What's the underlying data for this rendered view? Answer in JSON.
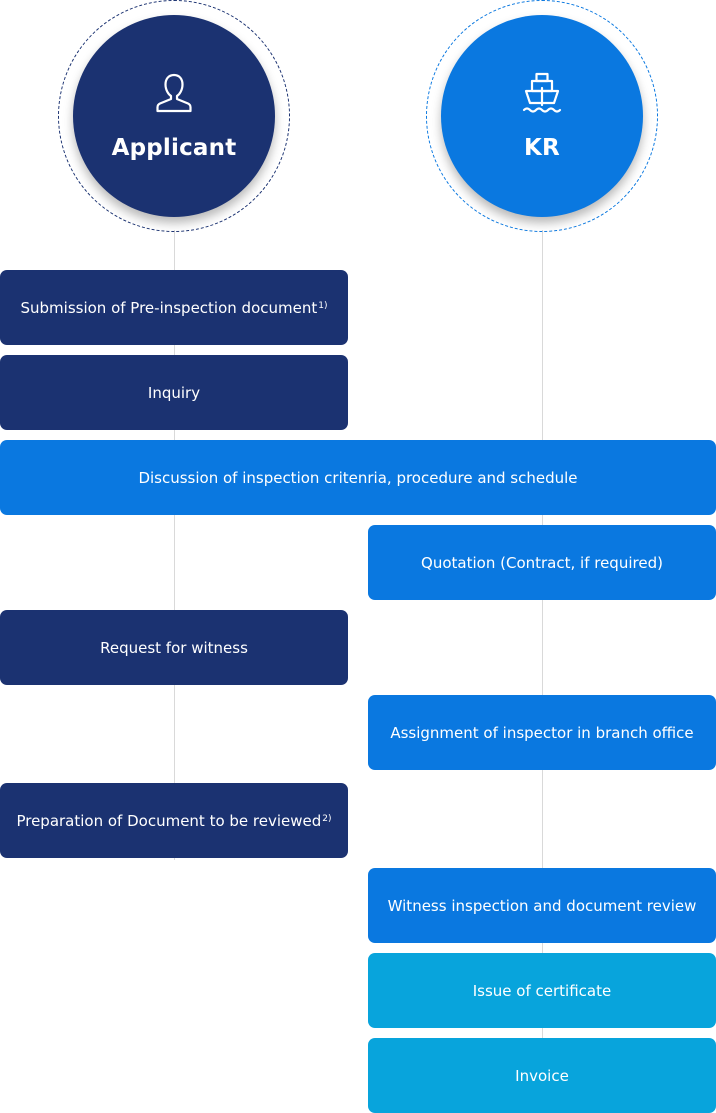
{
  "actors": {
    "applicant": {
      "label": "Applicant",
      "icon": "person-icon",
      "color": "#1b3271"
    },
    "kr": {
      "label": "KR",
      "icon": "ship-icon",
      "color": "#0a78e0"
    }
  },
  "steps": [
    {
      "text": "Submission of Pre-inspection document",
      "note": "1)"
    },
    {
      "text": "Inquiry"
    },
    {
      "text": "Discussion of inspection critenria, procedure and schedule"
    },
    {
      "text": "Quotation (Contract, if required)"
    },
    {
      "text": "Request for witness"
    },
    {
      "text": "Assignment of inspector in branch office"
    },
    {
      "text": "Preparation of Document to be reviewed",
      "note": "2)"
    },
    {
      "text": "Witness inspection and document review"
    },
    {
      "text": "Issue of certificate"
    },
    {
      "text": "Invoice"
    }
  ],
  "colors": {
    "applicant_step": "#1b3271",
    "kr_step": "#0a78e0",
    "kr_final_step": "#08a4dc",
    "connector": "#d9d9d9"
  }
}
